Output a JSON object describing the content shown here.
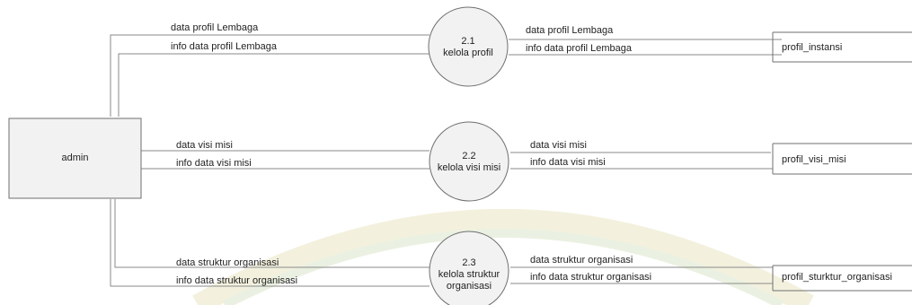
{
  "entity": {
    "label": "admin"
  },
  "processes": [
    {
      "id": "2.1",
      "name": "kelola profil"
    },
    {
      "id": "2.2",
      "name": "kelola visi misi"
    },
    {
      "id": "2.3",
      "name": "kelola struktur organisasi"
    }
  ],
  "stores": [
    {
      "name": "profil_instansi"
    },
    {
      "name": "profil_visi_misi"
    },
    {
      "name": "profil_sturktur_organisasi"
    }
  ],
  "flows": {
    "p1_in": "data profil Lembaga",
    "p1_out": "info data profil Lembaga",
    "s1_in": "data profil Lembaga",
    "s1_out": "info data profil Lembaga",
    "p2_in": "data visi misi",
    "p2_out": "info data visi misi",
    "s2_in": "data visi misi",
    "s2_out": "info data visi misi",
    "p3_in": "data struktur organisasi",
    "p3_out": "info data struktur organisasi",
    "s3_in": "data struktur organisasi",
    "s3_out": "info data struktur organisasi"
  },
  "colors": {
    "line": "#8a8a8a",
    "fill": "#f2f2f2",
    "stroke": "#6f6f6f"
  }
}
